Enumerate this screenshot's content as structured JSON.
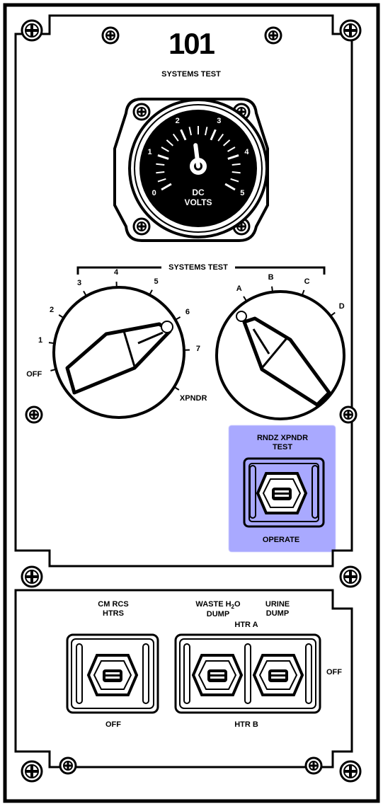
{
  "panel": {
    "number": "101",
    "title": "SYSTEMS TEST"
  },
  "voltmeter": {
    "unit_line1": "DC",
    "unit_line2": "VOLTS",
    "scale": [
      "0",
      "1",
      "2",
      "3",
      "4",
      "5"
    ],
    "reading_volts": 2.35
  },
  "systems_test_selector": {
    "bracket_label": "SYSTEMS TEST",
    "left_positions": [
      "OFF",
      "1",
      "2",
      "3",
      "4",
      "5",
      "6",
      "7",
      "XPNDR"
    ],
    "left_selected": "6",
    "right_positions": [
      "A",
      "B",
      "C",
      "D"
    ],
    "right_selected": "A"
  },
  "rndz_switch": {
    "title_line1": "RNDZ XPNDR",
    "title_line2": "TEST",
    "bottom_label": "OPERATE",
    "highlight_color": "#a9a9ff"
  },
  "lower_switches": {
    "cm_rcs_line1": "CM RCS",
    "cm_rcs_line2": "HTRS",
    "cm_rcs_off": "OFF",
    "waste_line1_a": "WASTE H",
    "waste_sub": "2",
    "waste_line1_b": "O",
    "waste_line2": "DUMP",
    "urine_line1": "URINE",
    "urine_line2": "DUMP",
    "htr_a": "HTR A",
    "htr_b": "HTR B",
    "right_off": "OFF"
  }
}
